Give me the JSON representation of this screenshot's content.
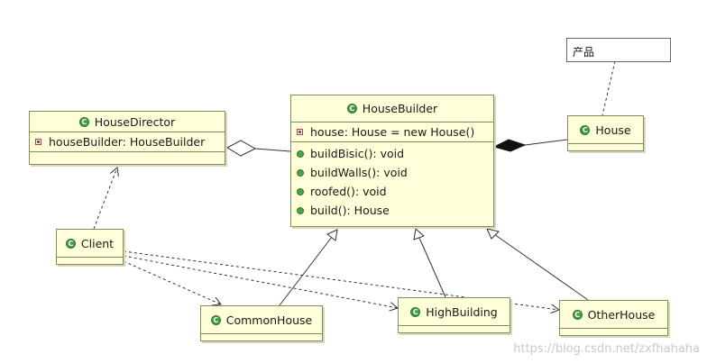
{
  "note": {
    "text": "产品"
  },
  "classes": {
    "house_director": {
      "name": "HouseDirector",
      "fields": [
        "houseBuilder: HouseBuilder"
      ],
      "methods": []
    },
    "house_builder": {
      "name": "HouseBuilder",
      "fields": [
        "house: House = new House()"
      ],
      "methods": [
        "buildBisic(): void",
        "buildWalls(): void",
        "roofed(): void",
        "build(): House"
      ]
    },
    "house": {
      "name": "House"
    },
    "client": {
      "name": "Client"
    },
    "common_house": {
      "name": "CommonHouse"
    },
    "high_building": {
      "name": "HighBuilding"
    },
    "other_house": {
      "name": "OtherHouse"
    }
  },
  "icons": {
    "class": "C"
  },
  "watermark": "https://blog.csdn.net/zxfhahaha",
  "colors": {
    "class_fill": "#ffffd9",
    "class_border": "#8a8a5c",
    "class_icon": "#3f9b3f",
    "field_icon": "#c23b3b"
  }
}
